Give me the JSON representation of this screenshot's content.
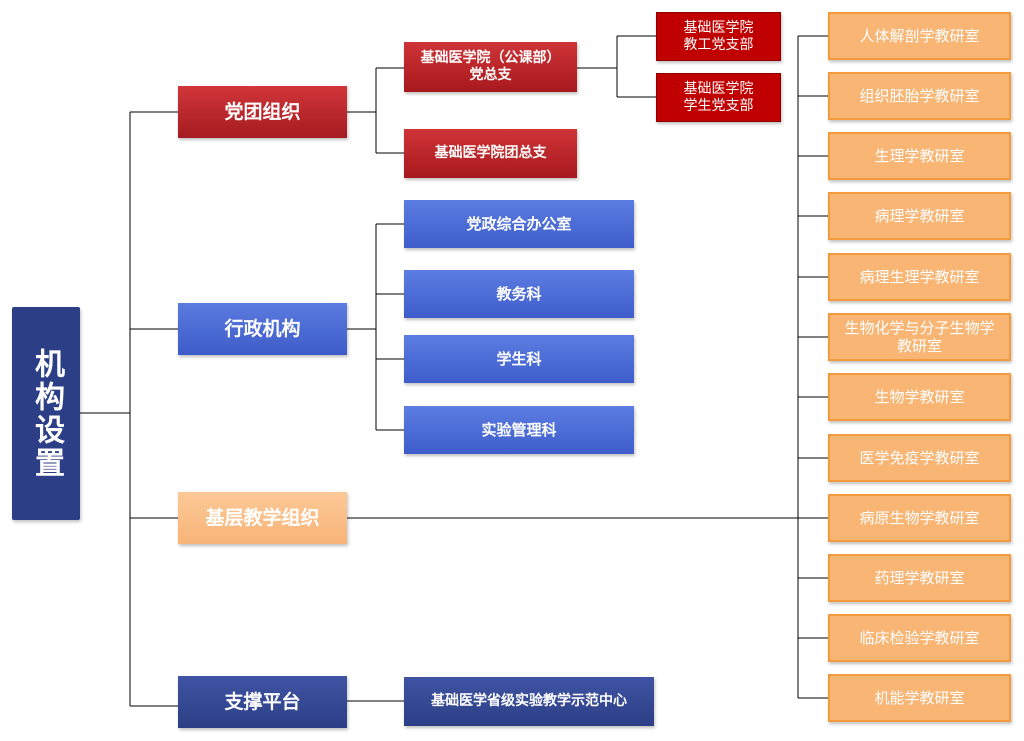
{
  "root": {
    "label": "机构设置"
  },
  "level1": {
    "party": "党团组织",
    "admin": "行政机构",
    "teaching": "基层教学组织",
    "platform": "支撑平台"
  },
  "party": {
    "general_branch": "基础医学院（公课部）\n党总支",
    "youth_league": "基础医学院团总支",
    "staff_branch": "基础医学院\n教工党支部",
    "student_branch": "基础医学院\n学生党支部"
  },
  "admin": {
    "items": [
      "党政综合办公室",
      "教务科",
      "学生科",
      "实验管理科"
    ]
  },
  "teaching": {
    "offices": [
      "人体解剖学教研室",
      "组织胚胎学教研室",
      "生理学教研室",
      "病理学教研室",
      "病理生理学教研室",
      "生物化学与分子生物学\n教研室",
      "生物学教研室",
      "医学免疫学教研室",
      "病原生物学教研室",
      "药理学教研室",
      "临床检验学教研室",
      "机能学教研室"
    ]
  },
  "platform": {
    "center": "基础医学省级实验教学示范中心"
  },
  "colors": {
    "party_red": "#b8232a",
    "admin_blue": "#4a6ad6",
    "teaching_orange": "#f9b574",
    "platform_navy": "#2c3e85",
    "branch_red": "#c00000"
  }
}
